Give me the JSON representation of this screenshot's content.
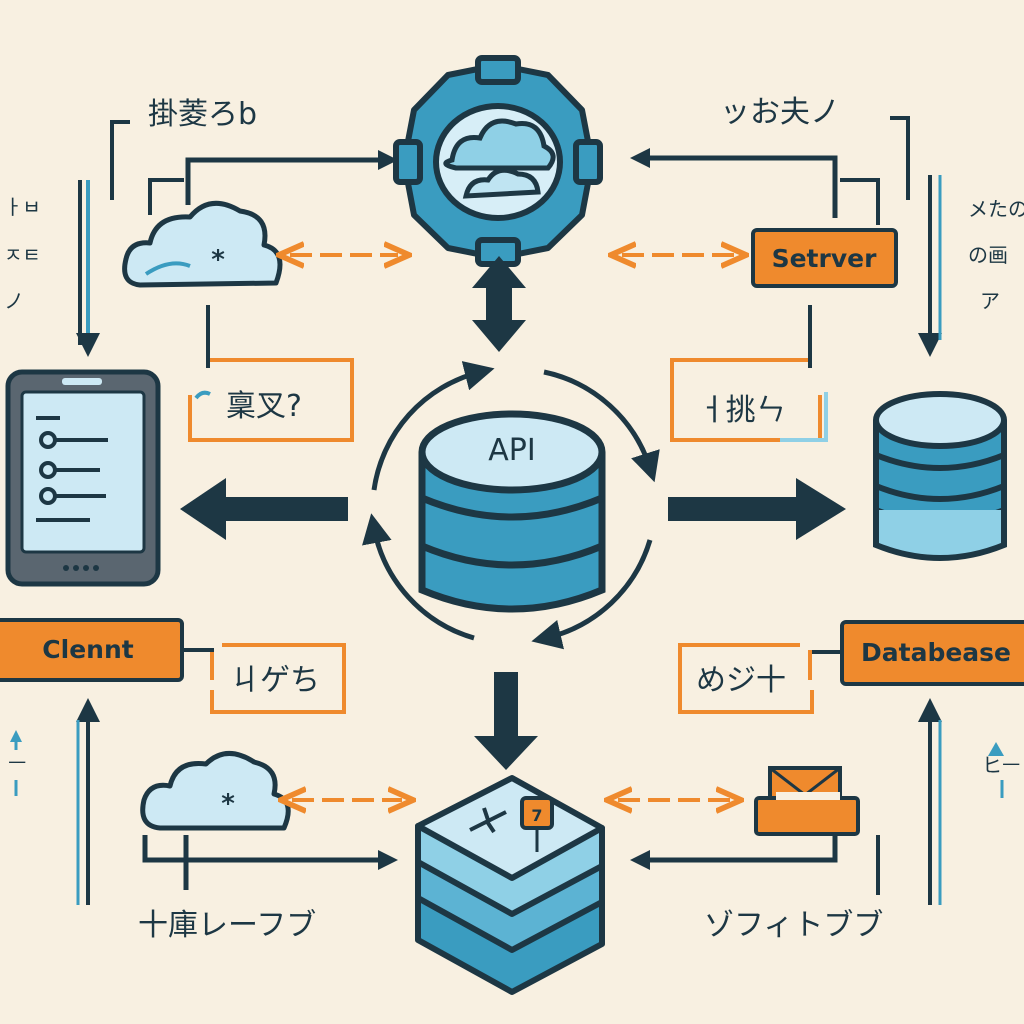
{
  "center": {
    "label": "API"
  },
  "tags": {
    "server": "Setrver",
    "client": "Clennt",
    "database": "Databease"
  },
  "annotations": {
    "top_left": "掛菱ろb",
    "top_right": "ッお夫ノ",
    "mid_left": "稟叉?",
    "mid_right": "ㅓ挑ㄣ",
    "low_left": "ㄐゲち",
    "low_right": "めジ十",
    "bottom_left": "十庫レーフブ",
    "bottom_right": "ゾフィトブブ"
  },
  "side_notes": {
    "left_upper": [
      "ㅏㅂ",
      "ㅈㅌ",
      "ノ"
    ],
    "right_upper": [
      "メたの",
      "の画",
      "ア"
    ],
    "left_lower": [
      "ㅡ"
    ],
    "right_lower": [
      "ヒㅡ"
    ]
  },
  "colors": {
    "background": "#f8f0e1",
    "ink": "#1d3744",
    "teal": "#3a9cc0",
    "light_blue": "#cde9f4",
    "orange": "#ef8a2d"
  }
}
